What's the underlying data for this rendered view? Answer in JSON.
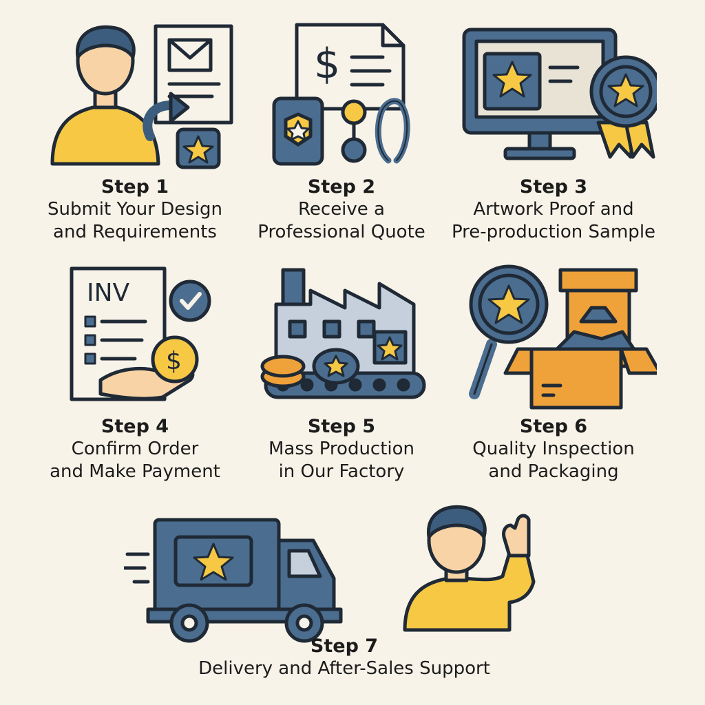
{
  "steps": [
    {
      "title": "Step 1",
      "line1": "Submit Your Design",
      "line2": "and Requirements"
    },
    {
      "title": "Step 2",
      "line1": "Receive a",
      "line2": "Professional Quote"
    },
    {
      "title": "Step 3",
      "line1": "Artwork Proof and",
      "line2": "Pre-production Sample"
    },
    {
      "title": "Step 4",
      "line1": "Confirm Order",
      "line2": "and Make Payment"
    },
    {
      "title": "Step 5",
      "line1": "Mass Production",
      "line2": "in Our Factory"
    },
    {
      "title": "Step 6",
      "line1": "Quality Inspection",
      "line2": "and Packaging"
    },
    {
      "title": "Step 7",
      "line1": "Delivery and After-Sales Support"
    }
  ],
  "icon_text": {
    "invoice": "INV",
    "currency": "$"
  },
  "colors": {
    "background": "#f8f3e8",
    "blue": "#4b6d8f",
    "yellow": "#f6c844",
    "orange": "#f0a23a",
    "skin": "#f7d3a6",
    "outline": "#1f2a36"
  }
}
